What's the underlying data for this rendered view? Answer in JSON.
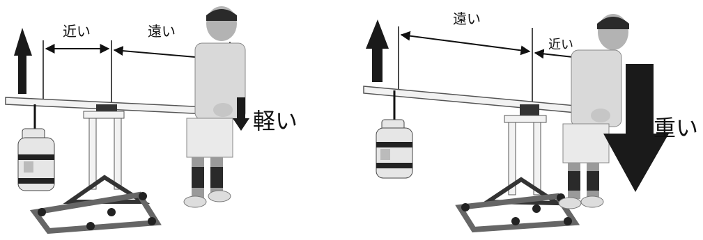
{
  "panels": [
    {
      "id": "left",
      "distance_labels": {
        "near": "近い",
        "far": "遠い"
      },
      "effort_label": "軽い"
    },
    {
      "id": "right",
      "distance_labels": {
        "far": "遠い",
        "near": "近い"
      },
      "effort_label": "重い"
    }
  ],
  "colors": {
    "ink": "#111111",
    "pipe": "#f2f2f2",
    "pipe_edge": "#555555",
    "arrow": "#1a1a1a",
    "figure_light": "#d9d9d9",
    "figure_mid": "#9a9a9a",
    "figure_dark": "#2a2a2a"
  }
}
